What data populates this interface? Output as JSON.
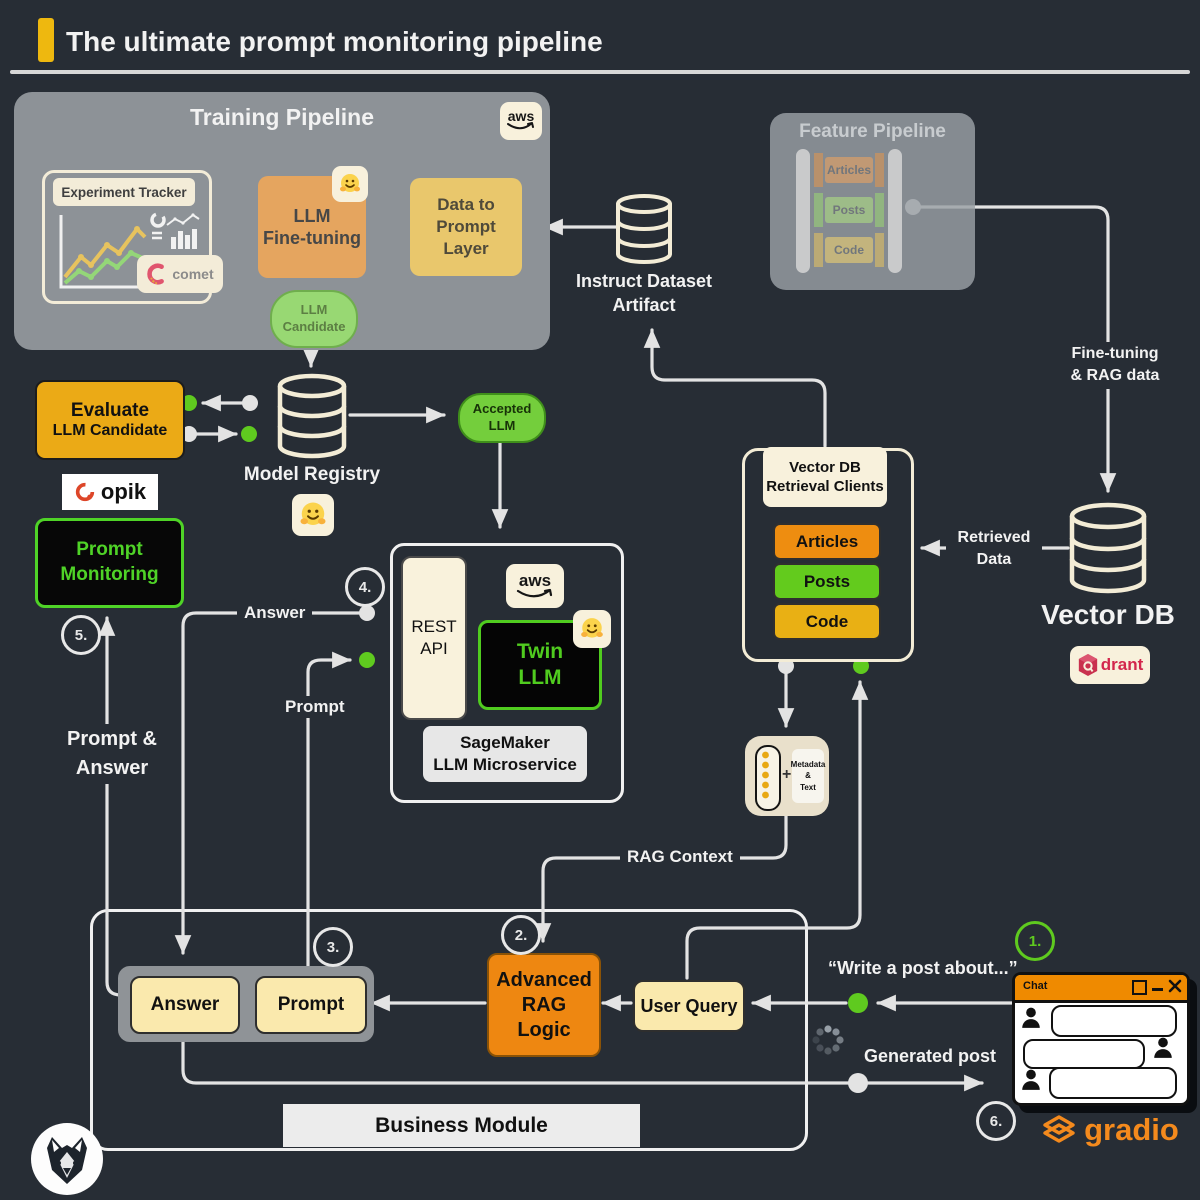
{
  "page": {
    "title": "The ultimate prompt monitoring pipeline"
  },
  "colors": {
    "background": "#272d35",
    "accent_yellow": "#eeb80f",
    "line_gray": "#e3e3e3",
    "green": "#5fca1f",
    "orange": "#ee8711",
    "amber": "#e9b014",
    "cream": "#f8f1dc",
    "gradio_orange": "#f48a1d",
    "qdrant_red": "#dc2f50"
  },
  "training": {
    "title": "Training Pipeline",
    "aws": "aws",
    "experiment_tracker": "Experiment Tracker",
    "comet": "comet",
    "fine_tuning": "LLM\nFine-tuning",
    "data_to_prompt": "Data to\nPrompt\nLayer",
    "candidate": "LLM\nCandidate"
  },
  "feature": {
    "title": "Feature Pipeline",
    "rows": [
      "Articles",
      "Posts",
      "Code"
    ]
  },
  "instruct": {
    "label": "Instruct Dataset\nArtifact"
  },
  "evaluate": {
    "line1": "Evaluate",
    "line2": "LLM Candidate"
  },
  "registry": {
    "label": "Model Registry",
    "accepted": "Accepted\nLLM"
  },
  "opik": {
    "label": "opik"
  },
  "monitoring": {
    "label": "Prompt\nMonitoring"
  },
  "sagemaker": {
    "rest_api": "REST\nAPI",
    "aws": "aws",
    "twin": "Twin\nLLM",
    "microservice": "SageMaker\nLLM Microservice"
  },
  "retrieval": {
    "title": "Vector DB\nRetrieval Clients",
    "buttons": [
      "Articles",
      "Posts",
      "Code"
    ]
  },
  "vectordb": {
    "label": "Vector DB",
    "qdrant": "drant"
  },
  "metadata": {
    "label": "Metadata\n&\nText",
    "plus": "+"
  },
  "business": {
    "label": "Business Module",
    "answer": "Answer",
    "prompt": "Prompt",
    "rag": "Advanced\nRAG\nLogic",
    "user_query": "User Query"
  },
  "flow": {
    "answer": "Answer",
    "prompt": "Prompt",
    "prompt_answer": "Prompt &\nAnswer",
    "rag_context": "RAG Context",
    "fine_tuning_rag": "Fine-tuning\n& RAG data",
    "retrieved": "Retrieved\nData",
    "write_post": "“Write a post about...”",
    "generated": "Generated post"
  },
  "steps": {
    "s1": "1.",
    "s2": "2.",
    "s3": "3.",
    "s4": "4.",
    "s5": "5.",
    "s6": "6."
  },
  "chat": {
    "title": "Chat"
  },
  "gradio": {
    "label": "gradio"
  }
}
